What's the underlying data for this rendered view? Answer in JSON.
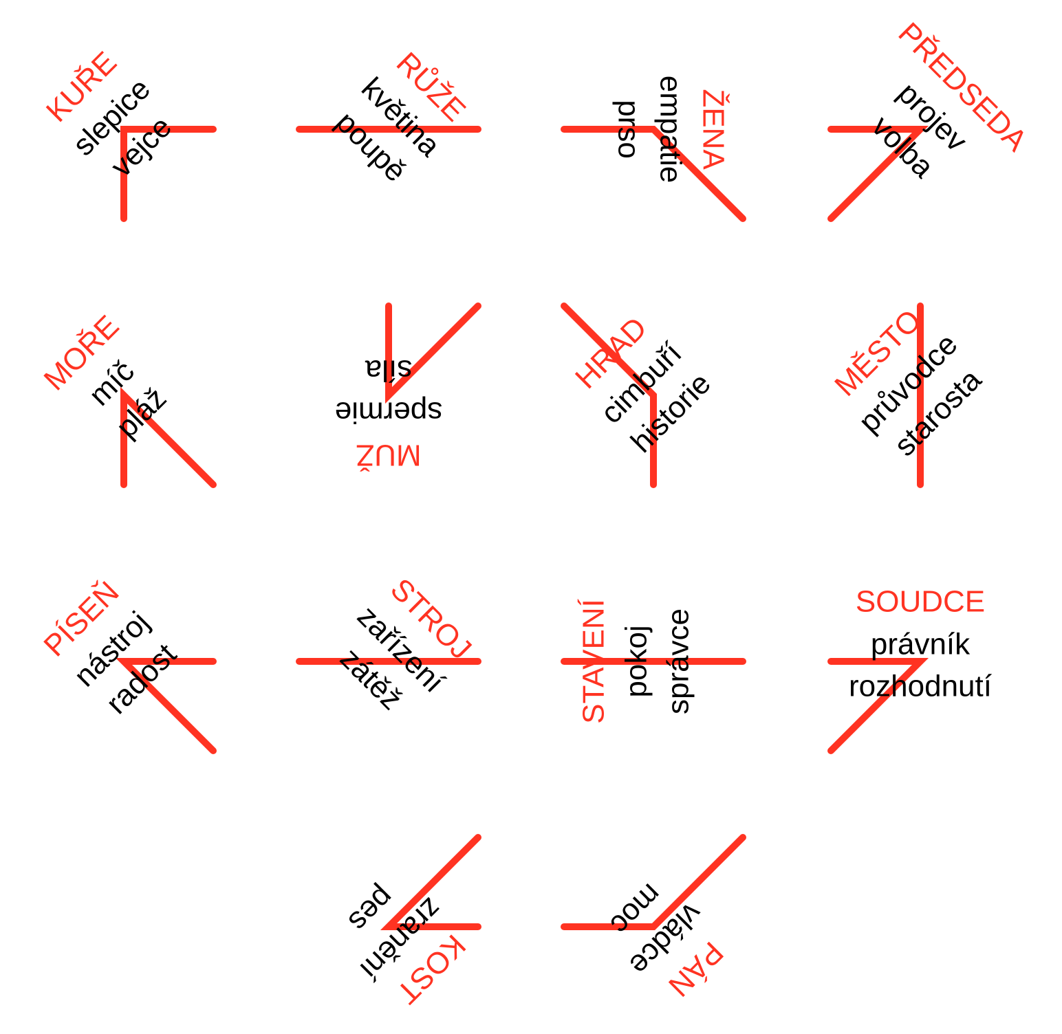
{
  "accent_color": "#ff3322",
  "cells": [
    {
      "title": "KUŘE",
      "words": [
        "slepice",
        "vejce"
      ]
    },
    {
      "title": "RŮŽE",
      "words": [
        "květina",
        "poupě"
      ]
    },
    {
      "title": "ŽENA",
      "words": [
        "empatie",
        "prso"
      ]
    },
    {
      "title": "PŘEDSEDA",
      "words": [
        "projev",
        "volba"
      ]
    },
    {
      "title": "MOŘE",
      "words": [
        "míč",
        "pláž"
      ]
    },
    {
      "title": "MUŽ",
      "words": [
        "spermie",
        "síla"
      ]
    },
    {
      "title": "HRAD",
      "words": [
        "cimbuří",
        "historie"
      ]
    },
    {
      "title": "MĚSTO",
      "words": [
        "průvodce",
        "starosta"
      ]
    },
    {
      "title": "PÍSEŇ",
      "words": [
        "nástroj",
        "radost"
      ]
    },
    {
      "title": "STROJ",
      "words": [
        "zařízení",
        "zátěž"
      ]
    },
    {
      "title": "STAVENÍ",
      "words": [
        "pokoj",
        "správce"
      ]
    },
    {
      "title": "SOUDCE",
      "words": [
        "právník",
        "rozhodnutí"
      ]
    },
    {
      "title": "KOST",
      "words": [
        "zranění",
        "pes"
      ]
    },
    {
      "title": "PÁN",
      "words": [
        "vládce",
        "moc"
      ]
    }
  ]
}
